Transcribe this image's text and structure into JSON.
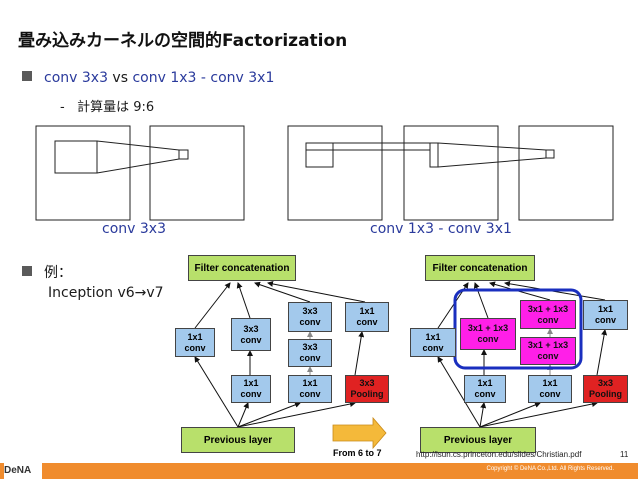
{
  "slide": {
    "title": "畳み込みカーネルの空間的Factorization",
    "bullet1": {
      "part1": "conv 3x3",
      "vs": " vs ",
      "part2": "conv 1x3 - conv 3x1"
    },
    "sub_bullet": {
      "dash": "-",
      "text": "計算量は 9:6"
    },
    "caption_left": "conv 3x3",
    "caption_right": "conv 1x3 - conv 3x1",
    "bullet2": {
      "line1": "例：",
      "line2": "Inception v6→v7"
    },
    "source": "http://lsun.cs.princeton.edu/slides/Christian.pdf",
    "page_number": "11",
    "footer": {
      "logo": "DeNA",
      "copyright": "Copyright © DeNA Co.,Ltd. All Rights Reserved."
    }
  },
  "left_diagram": {
    "filter": "Filter concatenation",
    "previous": "Previous layer",
    "conv1x1_a": [
      "1x1",
      "conv"
    ],
    "conv3x3_a": [
      "3x3",
      "conv"
    ],
    "conv3x3_top": [
      "3x3",
      "conv"
    ],
    "conv3x3_mid": [
      "3x3",
      "conv"
    ],
    "conv1x1_top": [
      "1x1",
      "conv"
    ],
    "conv1x1_b": [
      "1x1",
      "conv"
    ],
    "conv1x1_c": [
      "1x1",
      "conv"
    ],
    "pool": [
      "3x3",
      "Pooling"
    ]
  },
  "middle": {
    "label": "From 6 to 7"
  },
  "right_diagram": {
    "filter": "Filter concatenation",
    "previous": "Previous layer",
    "conv1x1_a": [
      "1x1",
      "conv"
    ],
    "mag_left": [
      "3x1 + 1x3",
      "conv"
    ],
    "mag_top": [
      "3x1 + 1x3",
      "conv"
    ],
    "mag_mid": [
      "3x1 + 1x3",
      "conv"
    ],
    "conv1x1_top": [
      "1x1",
      "conv"
    ],
    "conv1x1_b": [
      "1x1",
      "conv"
    ],
    "conv1x1_c": [
      "1x1",
      "conv"
    ],
    "pool": [
      "3x3",
      "Pooling"
    ]
  },
  "colors": {
    "accent_blue": "#2a3a9c",
    "node_green": "#b8e06b",
    "node_blue": "#a3c9ec",
    "node_red": "#e02222",
    "node_magenta": "#ff1fe8",
    "footer_orange": "#f08c2e"
  }
}
